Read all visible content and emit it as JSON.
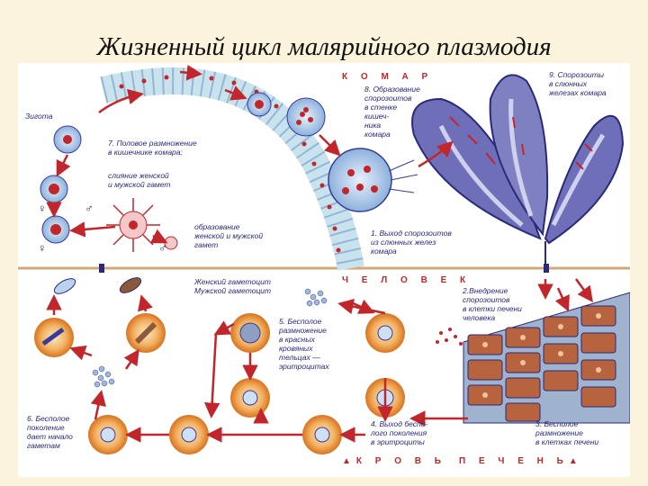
{
  "title": "Жизненный цикл малярийного плазмодия",
  "zones": {
    "mosquito": "К О М А Р",
    "human": "Ч Е Л О В Е К",
    "blood": "▲К Р О В Ь",
    "liver": "П Е Ч Е Н Ь▲"
  },
  "labels": {
    "zygote": "Зигота",
    "step7_l1": "7. Половое размножение",
    "step7_l2": "в кишечнике комара:",
    "fusion_l1": "слияние женской",
    "fusion_l2": "и мужской гамет",
    "formation_l1": "образование",
    "formation_l2": "женской и мужской",
    "formation_l3": "гамет",
    "step8_l1": "8. Образование",
    "step8_l2": "спорозоитов",
    "step8_l3": "в стенке",
    "step8_l4": "кишеч-",
    "step8_l5": "ника",
    "step8_l6": "комара",
    "step9_l1": "9. Спорозоиты",
    "step9_l2": "в слюнных",
    "step9_l3": "железах комара",
    "step1_l1": "1. Выход спорозоитов",
    "step1_l2": "из слюнных желез",
    "step1_l3": "комара",
    "female_gametocyte": "Женский гаметоцит",
    "male_gametocyte": "Мужской гаметоцит",
    "step2_l1": "2.Внедрение",
    "step2_l2": "спорозоитов",
    "step2_l3": "в клетки печени",
    "step2_l4": "человека",
    "step5_l1": "5. Бесполое",
    "step5_l2": "размножение",
    "step5_l3": "в красных",
    "step5_l4": "кровяных",
    "step5_l5": "тельцах —",
    "step5_l6": "эритроцитах",
    "step6_l1": "6. Бесполое",
    "step6_l2": "поколение",
    "step6_l3": "дает начало",
    "step6_l4": "гаметам",
    "step4_l1": "4. Выход беспо-",
    "step4_l2": "лого поколения",
    "step4_l3": "в эритроциты",
    "step3_l1": "3. Бесполое",
    "step3_l2": "размножение",
    "step3_l3": "в клетках печени"
  },
  "symbols": {
    "female": "♀",
    "male": "♂"
  },
  "colors": {
    "arrow": "#c0262c",
    "wall": "#c9e3ee",
    "nucleus": "#3a3a9a",
    "gland": "#6e6fb8",
    "rbc": "#e8892a",
    "liver": "#b7643e",
    "divider": "#d3a878"
  }
}
